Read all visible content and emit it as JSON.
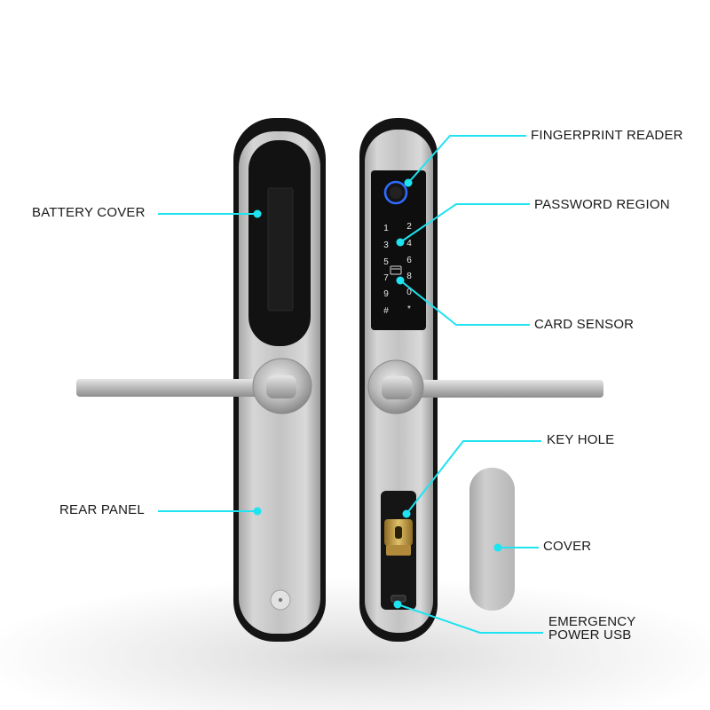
{
  "callouts": {
    "battery_cover": "BATTERY COVER",
    "rear_panel": "REAR PANEL",
    "fingerprint_reader": "FINGERPRINT READER",
    "password_region": "PASSWORD REGION",
    "card_sensor": "CARD SENSOR",
    "key_hole": "KEY HOLE",
    "cover": "COVER",
    "emergency_usb_line1": "EMERGENCY",
    "emergency_usb_line2": "POWER USB"
  },
  "keypad": {
    "keys": [
      "1",
      "2",
      "3",
      "4",
      "5",
      "6",
      "7",
      "8",
      "9",
      "0",
      "#",
      "*"
    ]
  },
  "colors": {
    "accent": "#1ee3f0",
    "fingerprint_ring": "#2f6bff",
    "keypad_panel": "#111111",
    "steel": "#c4c4c4",
    "bezel": "#161616",
    "cylinder": "#c9a24a"
  }
}
